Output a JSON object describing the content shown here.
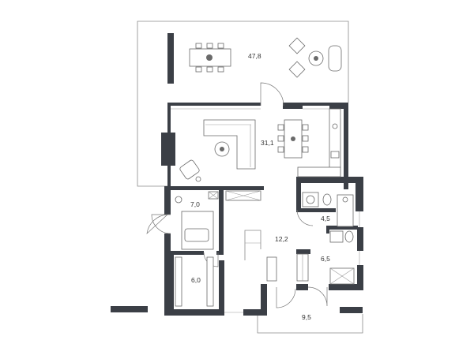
{
  "plan": {
    "colors": {
      "wall": "#3b3f46",
      "line": "#8a8a8a",
      "background": "#ffffff"
    },
    "rooms": [
      {
        "id": "terrace",
        "label": "47,8"
      },
      {
        "id": "living",
        "label": "31,1"
      },
      {
        "id": "bedroom",
        "label": "7,0"
      },
      {
        "id": "bathroom",
        "label": "4,5"
      },
      {
        "id": "hall",
        "label": "12,2"
      },
      {
        "id": "wc",
        "label": "6,5"
      },
      {
        "id": "dressing",
        "label": "6,0"
      },
      {
        "id": "porch",
        "label": "9,5"
      }
    ]
  }
}
